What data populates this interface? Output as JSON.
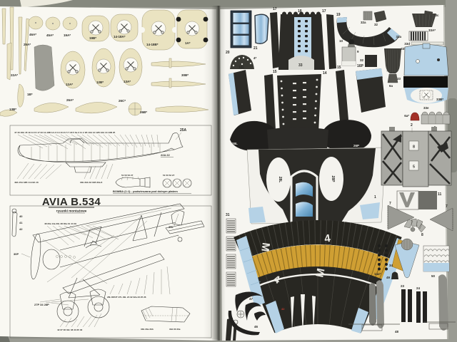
{
  "photo": {
    "background_top": "#86887e",
    "background_side": "#9a9b93",
    "table_corner": "#6f716a"
  },
  "left_page": {
    "title": "AVIA B.534",
    "subtitle": "rysunki montażowe",
    "parts_top": [
      "46A*",
      "45A*",
      "19A*",
      "19B*",
      "14-18A*",
      "14-18B*",
      "1A*",
      "25A*",
      "22A*",
      "13B*",
      "1B*",
      "12A*",
      "12B*",
      "13A*",
      "30B*",
      "26A*",
      "26C*",
      "26B*"
    ],
    "fuselage_diagram": {
      "callouts_top": "47 40 46A 45 19 14 15 17 33 14-18B 1A 3 6 9 10 21 5 7 29 5 6a 3 11 2 1B 13A 12 12B 13A 13 13B 25",
      "callout_tail": "25A",
      "callouts_tailplane": "22A 22",
      "callouts_bottom_left": "48A 15A 18B 14-16A 16",
      "callouts_bottom_mid": "33b 33A 33 31B 33a 8",
      "bomb_callouts": "51 50 52 27",
      "bomb_caption": "BOMBA (1:1) - podwieszana pod dolnym płatem"
    },
    "assembly_diagram": {
      "callouts_top": "48 30a 14a 29L 38 30a 31 44 49",
      "callout_upper_wing": "39L",
      "callout_prop": "30P",
      "side_column": [
        "40",
        "41",
        "42"
      ],
      "callouts_gear": "27P 34 28P",
      "callouts_bottom": "42 37 36 33c 38 43 35 33",
      "callouts_mid": "28L DRUT 27L 29L 24 32 32a 23 25 26",
      "wing_detail_left": "33b 33a 33A",
      "wing_detail_right": "33d 33 33e"
    }
  },
  "right_page": {
    "labels": {
      "p20": "20",
      "p21": "21",
      "p4": "4*",
      "p17l": "17",
      "p18": "18",
      "p18c": "33",
      "p17r": "17",
      "p19": "19",
      "p32a": "32a",
      "p32": "32",
      "p33c": "33c",
      "p33A": "33A*",
      "p33a": "33a",
      "p33d": "33d",
      "p33b": "33b",
      "p10": "10",
      "p9": "9",
      "p32sq": "32",
      "p6": "6",
      "p6a": "6a",
      "p33": "33",
      "p33B": "33B*",
      "p33e": "33e",
      "p16L": "16L",
      "p15l": "15",
      "p14": "14",
      "p15r": "15",
      "p16P": "16P",
      "p6ar": "6a*",
      "p5": "5",
      "p26L": "26L",
      "p26P": "26P",
      "p28L": "28L",
      "p28P": "28P",
      "p1": "1",
      "p2": "2",
      "p8box": "8",
      "p5box": "5",
      "p11": "11",
      "p7l": "7",
      "p7r": "7",
      "p8fan": "8",
      "p31": "31",
      "p12": "12",
      "p13": "13",
      "p42": "42",
      "p14a": "14a*",
      "p34": "34",
      "p49": "49",
      "p50": "50",
      "p23": "23",
      "p24": "24",
      "p48": "48",
      "p45": "45",
      "p46": "46",
      "p47": "47"
    },
    "markings": {
      "m_top": "M",
      "four_top": "4",
      "four_mid": "4",
      "m_mid": "M"
    },
    "colors": {
      "camo_black": "#2c2b27",
      "light_blue": "#b5d2e6",
      "band_yellow": "#cf9f33",
      "part_red": "#a33127"
    }
  }
}
